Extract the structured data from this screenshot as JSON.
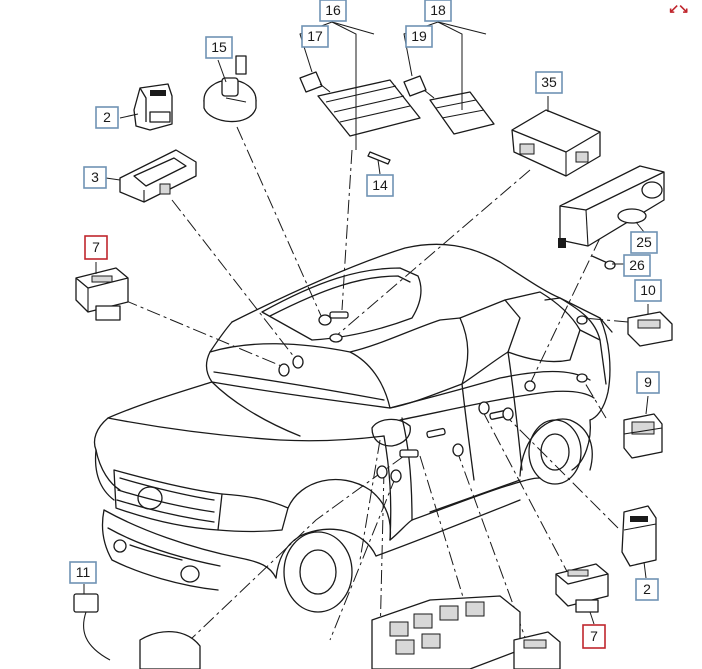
{
  "diagram": {
    "corner_icon": "expand-arrows-icon",
    "corner_glyph": "↙↘",
    "callouts": [
      {
        "id": "c16",
        "text": "16",
        "highlight": false
      },
      {
        "id": "c17",
        "text": "17",
        "highlight": false
      },
      {
        "id": "c18",
        "text": "18",
        "highlight": false
      },
      {
        "id": "c19",
        "text": "19",
        "highlight": false
      },
      {
        "id": "c15",
        "text": "15",
        "highlight": false
      },
      {
        "id": "c2a",
        "text": "2",
        "highlight": false
      },
      {
        "id": "c3",
        "text": "3",
        "highlight": false
      },
      {
        "id": "c35",
        "text": "35",
        "highlight": false
      },
      {
        "id": "c14",
        "text": "14",
        "highlight": false
      },
      {
        "id": "c7a",
        "text": "7",
        "highlight": true
      },
      {
        "id": "c25",
        "text": "25",
        "highlight": false
      },
      {
        "id": "c26",
        "text": "26",
        "highlight": false
      },
      {
        "id": "c10",
        "text": "10",
        "highlight": false
      },
      {
        "id": "c9",
        "text": "9",
        "highlight": false
      },
      {
        "id": "c11",
        "text": "11",
        "highlight": false
      },
      {
        "id": "c2b",
        "text": "2",
        "highlight": false
      },
      {
        "id": "c7b",
        "text": "7",
        "highlight": true
      }
    ],
    "colors": {
      "callout_border": "#6f93b4",
      "highlight_border": "#c0262d",
      "line": "#1a1a1a"
    }
  }
}
